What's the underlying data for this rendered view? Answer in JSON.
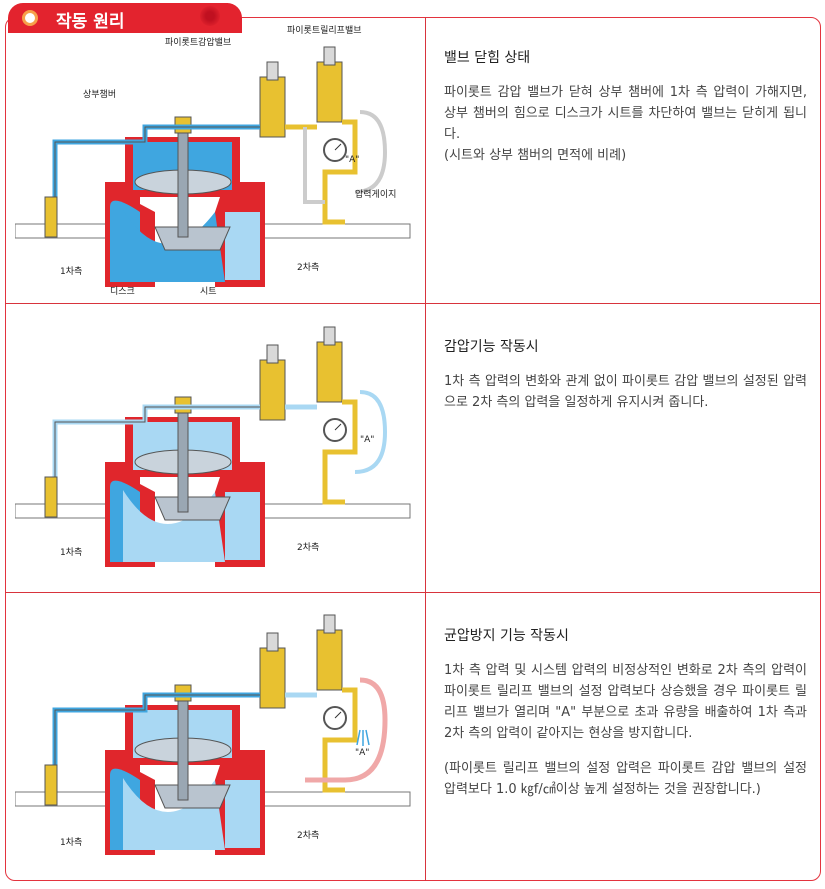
{
  "header": {
    "title": "작동 원리"
  },
  "panels": [
    {
      "title": "밸브 닫힘 상태",
      "body": "파이롯트 감압 밸브가 닫혀 상부 챔버에 1차 측 압력이 가해지면, 상부 챔버의 힘으로 디스크가 시트를 차단하여 밸브는 닫히게 됩니다.",
      "note": "(시트와 상부 챔버의 면적에 비례)",
      "labels": {
        "pilot_reducing": "파이롯트감압밸브",
        "pilot_relief": "파이롯트릴리프밸브",
        "upper_chamber": "상부챔버",
        "gauge": "압력게이지",
        "point_a": "\"A\"",
        "inlet": "1차측",
        "outlet": "2차측",
        "disc": "디스크",
        "seat": "시트"
      }
    },
    {
      "title": "감압기능 작동시",
      "body": "1차 측 압력의 변화와 관계 없이 파이롯트 감압 밸브의 설정된 압력으로 2차 측의 압력을 일정하게 유지시켜 줍니다.",
      "labels": {
        "point_a": "\"A\"",
        "inlet": "1차측",
        "outlet": "2차측"
      }
    },
    {
      "title": "균압방지 기능 작동시",
      "body": "1차 측 압력 및 시스템 압력의 비정상적인 변화로 2차 측의 압력이 파이롯트 릴리프 밸브의 설정 압력보다 상승했을 경우 파이롯트 릴리프 밸브가 열리며 \"A\" 부분으로 초과 유량을 배출하여 1차 측과 2차 측의 압력이 같아지는 현상을 방지합니다.",
      "note": "(파이롯트 릴리프 밸브의 설정 압력은 파이롯트 감압 밸브의 설정 압력보다 1.0 ㎏f/㎠이상 높게 설정하는 것을 권장합니다.)",
      "labels": {
        "point_a": "\"A\"",
        "inlet": "1차측",
        "outlet": "2차측"
      }
    }
  ],
  "colors": {
    "accent": "#e3232e",
    "valve_red": "#e0262c",
    "water_dark": "#3fa6e0",
    "water_light": "#a9d8f3",
    "pipe_yellow": "#e8c130",
    "relief_pink": "#f0a8a8"
  }
}
